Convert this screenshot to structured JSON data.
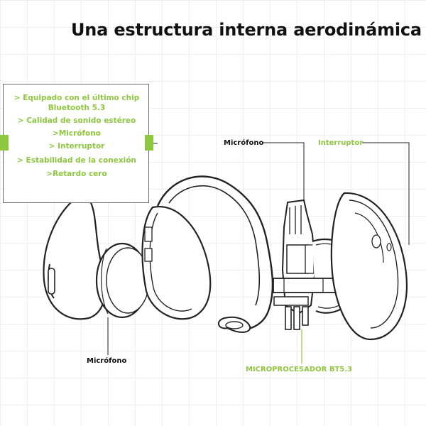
{
  "title": "Una estructura interna aerodinámica",
  "features": {
    "items": [
      "> Equipado con el último chip Bluetooth 5.3",
      "> Calidad de sonido estéreo",
      ">Micrófono",
      "> Interruptor",
      "> Estabilidad de la conexión",
      ">Retardo cero"
    ]
  },
  "labels": {
    "mic_top": "Micrófono",
    "switch": "Interruptor",
    "mic_bottom": "Micrófono",
    "microprocessor": "MICROPROCESADOR BT5.3"
  },
  "colors": {
    "accent": "#8ec63f",
    "text": "#111111",
    "line": "#222222"
  }
}
